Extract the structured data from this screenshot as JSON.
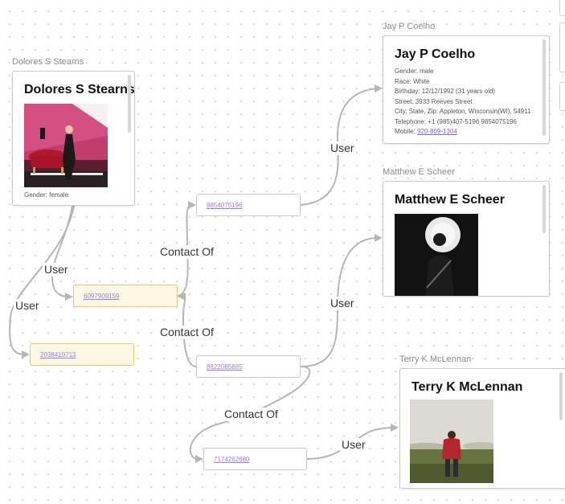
{
  "people": {
    "dolores": {
      "caption": "Dolores S Stearns",
      "name": "Dolores S Stearns",
      "gender": "Gender: female"
    },
    "jay": {
      "caption": "Jay P Coelho",
      "name": "Jay P Coelho",
      "details": [
        "Gender: male",
        "Race: White",
        "Birthday: 12/12/1992 (31 years old)",
        "Street: 3933 Reeves Street",
        "City, State, Zip: Appleton, Wisconsin(WI), 54911",
        "Telephone: +1 (985)407-5196 9854075196"
      ],
      "mobile_label": "Mobile: ",
      "mobile_link": "920-809-1304"
    },
    "matthew": {
      "caption": "Matthew E Scheer",
      "name": "Matthew E Scheer"
    },
    "terry": {
      "caption": "Terry K McLennan",
      "name": "Terry K McLennan"
    }
  },
  "phones": {
    "p1": "9854075196",
    "p2": "6097909159",
    "p3": "2038419713",
    "p4": "8622085885",
    "p5": "7174262680"
  },
  "edge_labels": {
    "user_jay": "User",
    "contact_of_1": "Contact Of",
    "user_dolores_1": "User",
    "user_dolores_2": "User",
    "contact_of_2": "Contact Of",
    "user_matthew": "User",
    "contact_of_3": "Contact Of",
    "user_terry": "User"
  },
  "colors": {
    "edge": "#b5b5b5",
    "highlight_fill": "#fdf7e4",
    "highlight_border": "#e2cb6b",
    "link": "#9b7dd8"
  }
}
